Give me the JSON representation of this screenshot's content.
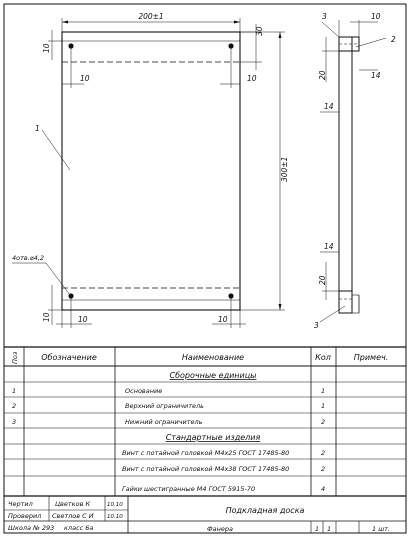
{
  "drawing": {
    "dims": {
      "width_total": "200±1",
      "height_total": "300±1",
      "top_band": "30",
      "left_top": "10",
      "right_top": "10",
      "left_bottom_v": "10",
      "left_bottom_h": "10",
      "right_bottom": "10",
      "holes": "4отв.⌀4,2",
      "side_3_top": "3",
      "side_10_top": "10",
      "side_20_top": "20",
      "side_14_top": "14",
      "side_14_mid": "14",
      "side_14_low": "14",
      "side_20_low": "20",
      "side_3_low": "3"
    },
    "callouts": {
      "base": "1",
      "upper_limiter": "2"
    }
  },
  "spec": {
    "headers": {
      "pos": "Поз",
      "designation": "Обозначение",
      "name": "Наименование",
      "qty": "Кол",
      "note": "Примеч."
    },
    "section_assembly": "Сборочные единицы",
    "section_standard": "Стандартные изделия",
    "assembly_rows": [
      {
        "pos": "1",
        "name": "Основание",
        "qty": "1"
      },
      {
        "pos": "2",
        "name": "Верхний ограничитель",
        "qty": "1"
      },
      {
        "pos": "3",
        "name": "Нижний ограничитель",
        "qty": "2"
      }
    ],
    "standard_rows": [
      {
        "name": "Винт с потайной головкой М4х25 ГОСТ 17485-80",
        "qty": "2"
      },
      {
        "name": "Винт с потайной головкой М4х38 ГОСТ 17485-80",
        "qty": "2"
      },
      {
        "name": "Гайки шестигранные М4 ГОСТ 5915-70",
        "qty": "4"
      }
    ]
  },
  "title_block": {
    "drew_label": "Чертил",
    "drew_name": "Цветков К",
    "drew_date": "10.10",
    "checked_label": "Проверил",
    "checked_name": "Светлов С И",
    "checked_date": "10.10",
    "school": "Школа № 293",
    "class": "класс 6а",
    "title": "Подкладная доска",
    "material": "Фанера",
    "sheet_a": "1",
    "sheet_b": "1",
    "qty": "1 шт."
  }
}
